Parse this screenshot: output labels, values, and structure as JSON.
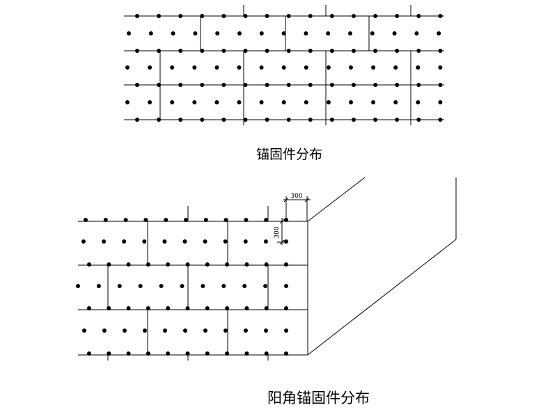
{
  "diagram_1": {
    "caption": "锚固件分布"
  },
  "diagram_2": {
    "caption": "阳角锚固件分布",
    "dimension_horizontal": "300",
    "dimension_vertical": "300"
  }
}
